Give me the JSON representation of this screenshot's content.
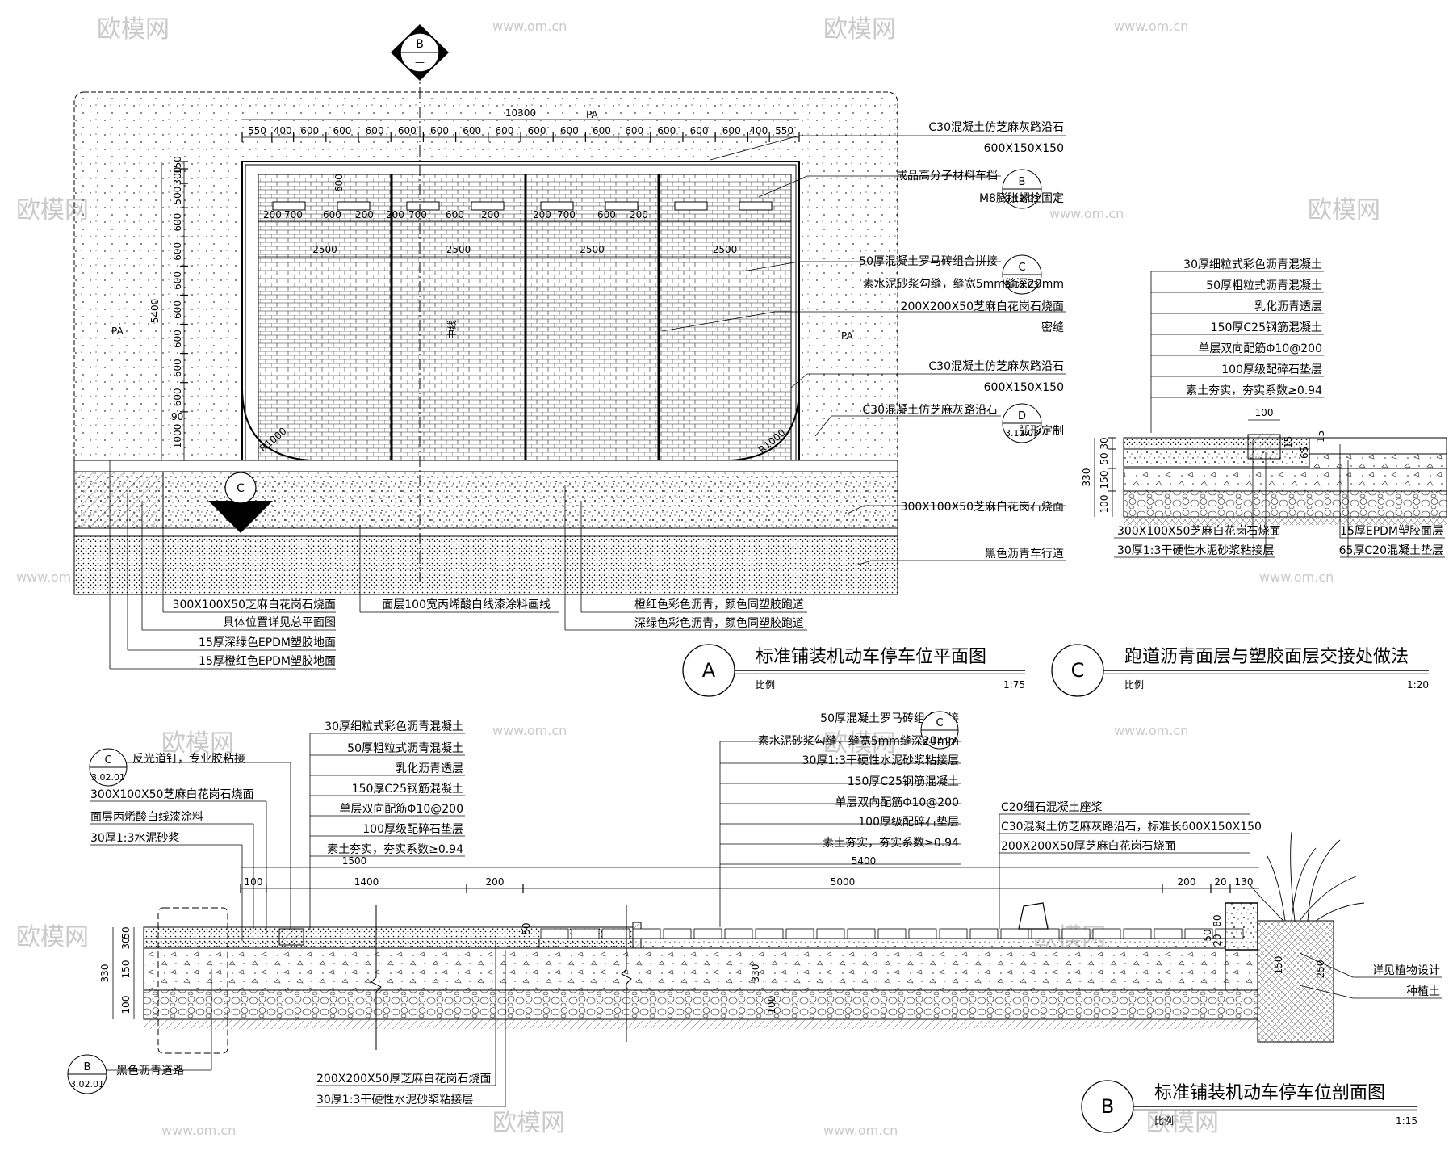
{
  "watermark": {
    "brand": "欧模网",
    "url": "www.om.cn"
  },
  "plan": {
    "badge": "B",
    "badge_sub": "—",
    "area_label": "PA",
    "overall_width": "10300",
    "segments": [
      "550",
      "400",
      "600",
      "600",
      "600",
      "600",
      "600",
      "600",
      "600",
      "600",
      "600",
      "600",
      "600",
      "600",
      "600",
      "600",
      "400",
      "550"
    ],
    "left_dims": [
      "150",
      "300",
      "500",
      "600",
      "600",
      "600",
      "600",
      "600",
      "600",
      "600",
      "1000"
    ],
    "left_total": "5400",
    "bay_width": "2500",
    "stopper_dims": [
      "200",
      "700",
      "600",
      "200",
      "200",
      "700",
      "600",
      "200"
    ],
    "stopper_len": "600",
    "radius": "R1000",
    "angle": "90",
    "center_mark": "中线",
    "notes_right": [
      {
        "text": "C30混凝土仿芝麻灰路沿石"
      },
      {
        "text": "600X150X150"
      },
      {
        "text": "成品高分子材料车档",
        "ref": "B",
        "sheet": "3.12.03"
      },
      {
        "text": "M8膨胀螺栓固定"
      },
      {
        "text": "50厚混凝土罗马砖组合拼接",
        "ref": "C",
        "sheet": "3.12.03"
      },
      {
        "text": "素水泥砂浆勾缝，缝宽5mm缝深20mm"
      },
      {
        "text": "200X200X50芝麻白花岗石烧面"
      },
      {
        "text": "密缝"
      },
      {
        "text": "C30混凝土仿芝麻灰路沿石"
      },
      {
        "text": "600X150X150"
      },
      {
        "text": "C30混凝土仿芝麻灰路沿石",
        "ref": "D",
        "sheet": "3.12.03"
      },
      {
        "text": "弧形定制"
      },
      {
        "text": "300X100X50芝麻白花岗石烧面"
      },
      {
        "text": "黑色沥青车行道"
      }
    ],
    "notes_bottom_left": [
      "300X100X50芝麻白花岗石烧面",
      "具体位置详见总平面图",
      "15厚深绿色EPDM塑胶地面",
      "15厚橙红色EPDM塑胶地面"
    ],
    "note_bottom_mid": "面层100宽丙烯酸白线漆涂料画线",
    "notes_bottom_right": [
      "橙红色彩色沥青，颜色同塑胶跑道",
      "深绿色彩色沥青，颜色同塑胶跑道"
    ],
    "callout_c": "C"
  },
  "titles": [
    {
      "letter": "A",
      "title": "标准铺装机动车停车位平面图",
      "ratio_label": "比例",
      "scale": "1:75"
    },
    {
      "letter": "C",
      "title": "跑道沥青面层与塑胶面层交接处做法",
      "ratio_label": "比例",
      "scale": "1:20"
    },
    {
      "letter": "B",
      "title": "标准铺装机动车停车位剖面图",
      "ratio_label": "比例",
      "scale": "1:15"
    }
  ],
  "detailC": {
    "layers": [
      "30厚细粒式彩色沥青混凝土",
      "50厚粗粒式沥青混凝土",
      "乳化沥青透层",
      "150厚C25钢筋混凝土",
      "单层双向配筋Φ10@200",
      "100厚级配碎石垫层",
      "素土夯实，夯实系数≥0.94"
    ],
    "dims_left": [
      "30",
      "50",
      "150",
      "100"
    ],
    "total": "330",
    "top_dim": "100",
    "right_dims": [
      "15",
      "65",
      "15"
    ],
    "notes_bl": [
      "300X100X50芝麻白花岗石烧面",
      "30厚1:3干硬性水泥砂浆粘接层"
    ],
    "notes_br": [
      "15厚EPDM塑胶面层",
      "65厚C20混凝土垫层"
    ]
  },
  "section": {
    "ref_c": {
      "letter": "C",
      "sheet": "3.02.01"
    },
    "ref_b": {
      "letter": "B",
      "sheet": "3.02.01"
    },
    "notes_topleft": [
      "反光道钉，专业胶粘接",
      "300X100X50芝麻白花岗石烧面",
      "面层丙烯酸白线漆涂料",
      "30厚1:3水泥砂浆"
    ],
    "layers_left": [
      "30厚细粒式彩色沥青混凝土",
      "50厚粗粒式沥青混凝土",
      "乳化沥青透层",
      "150厚C25钢筋混凝土",
      "单层双向配筋Φ10@200",
      "100厚级配碎石垫层",
      "素土夯实，夯实系数≥0.94"
    ],
    "layers_mid": [
      {
        "text": "50厚混凝土罗马砖组合拼接",
        "ref": "C",
        "sheet": "3.12.03"
      },
      {
        "text": "素水泥砂浆勾缝，缝宽5mm缝深20mm"
      },
      {
        "text": "30厚1:3干硬性水泥砂浆粘接层"
      },
      {
        "text": "150厚C25钢筋混凝土"
      },
      {
        "text": "单层双向配筋Φ10@200"
      },
      {
        "text": "100厚级配碎石垫层"
      },
      {
        "text": "素土夯实，夯实系数≥0.94"
      }
    ],
    "layers_right": [
      "C20细石混凝土座浆",
      "C30混凝土仿芝麻灰路沿石，标准长600X150X150",
      "200X200X50厚芝麻白花岗石烧面"
    ],
    "dims_top": [
      "1500",
      "5400"
    ],
    "dims_row2": [
      "100",
      "1400",
      "200",
      "5000",
      "200",
      "20",
      "130"
    ],
    "dims_vert_left": [
      "50",
      "30",
      "150",
      "100"
    ],
    "total": "330",
    "dims_vert_mid": [
      "50",
      "330",
      "100"
    ],
    "dims_vert_right": [
      "50",
      "80",
      "20",
      "150",
      "250"
    ],
    "note_road": "黑色沥青道路",
    "notes_bottom": [
      "200X200X50厚芝麻白花岗石烧面",
      "30厚1:3干硬性水泥砂浆粘接层"
    ],
    "notes_planting": [
      "详见植物设计",
      "种植土"
    ]
  }
}
